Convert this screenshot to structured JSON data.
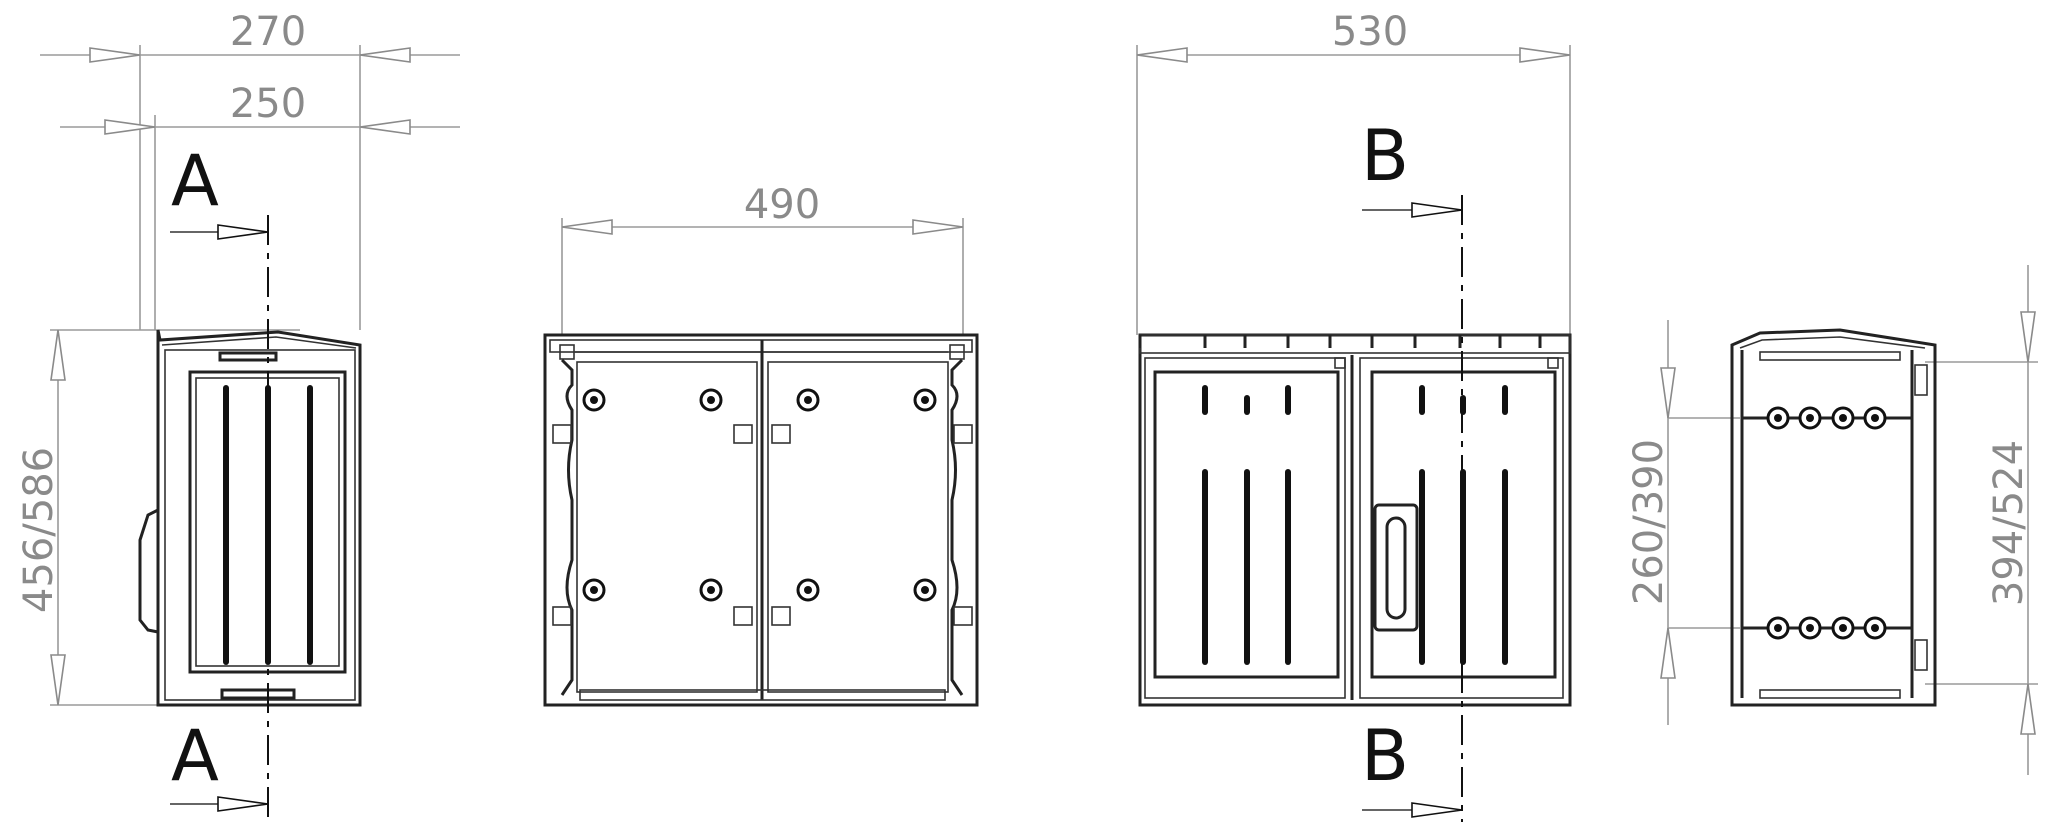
{
  "dimensions": {
    "side_outer_width": "270",
    "side_inner_width": "250",
    "side_height": "456/586",
    "back_width": "490",
    "front_width": "530",
    "inner_height": "260/390",
    "section_height": "394/524"
  },
  "section_markers": {
    "a_top": "A",
    "a_bottom": "A",
    "b_top": "B",
    "b_bottom": "B"
  },
  "colors": {
    "dimension": "#8a8a8a",
    "outline": "#222222",
    "section_letters": "#111111"
  }
}
